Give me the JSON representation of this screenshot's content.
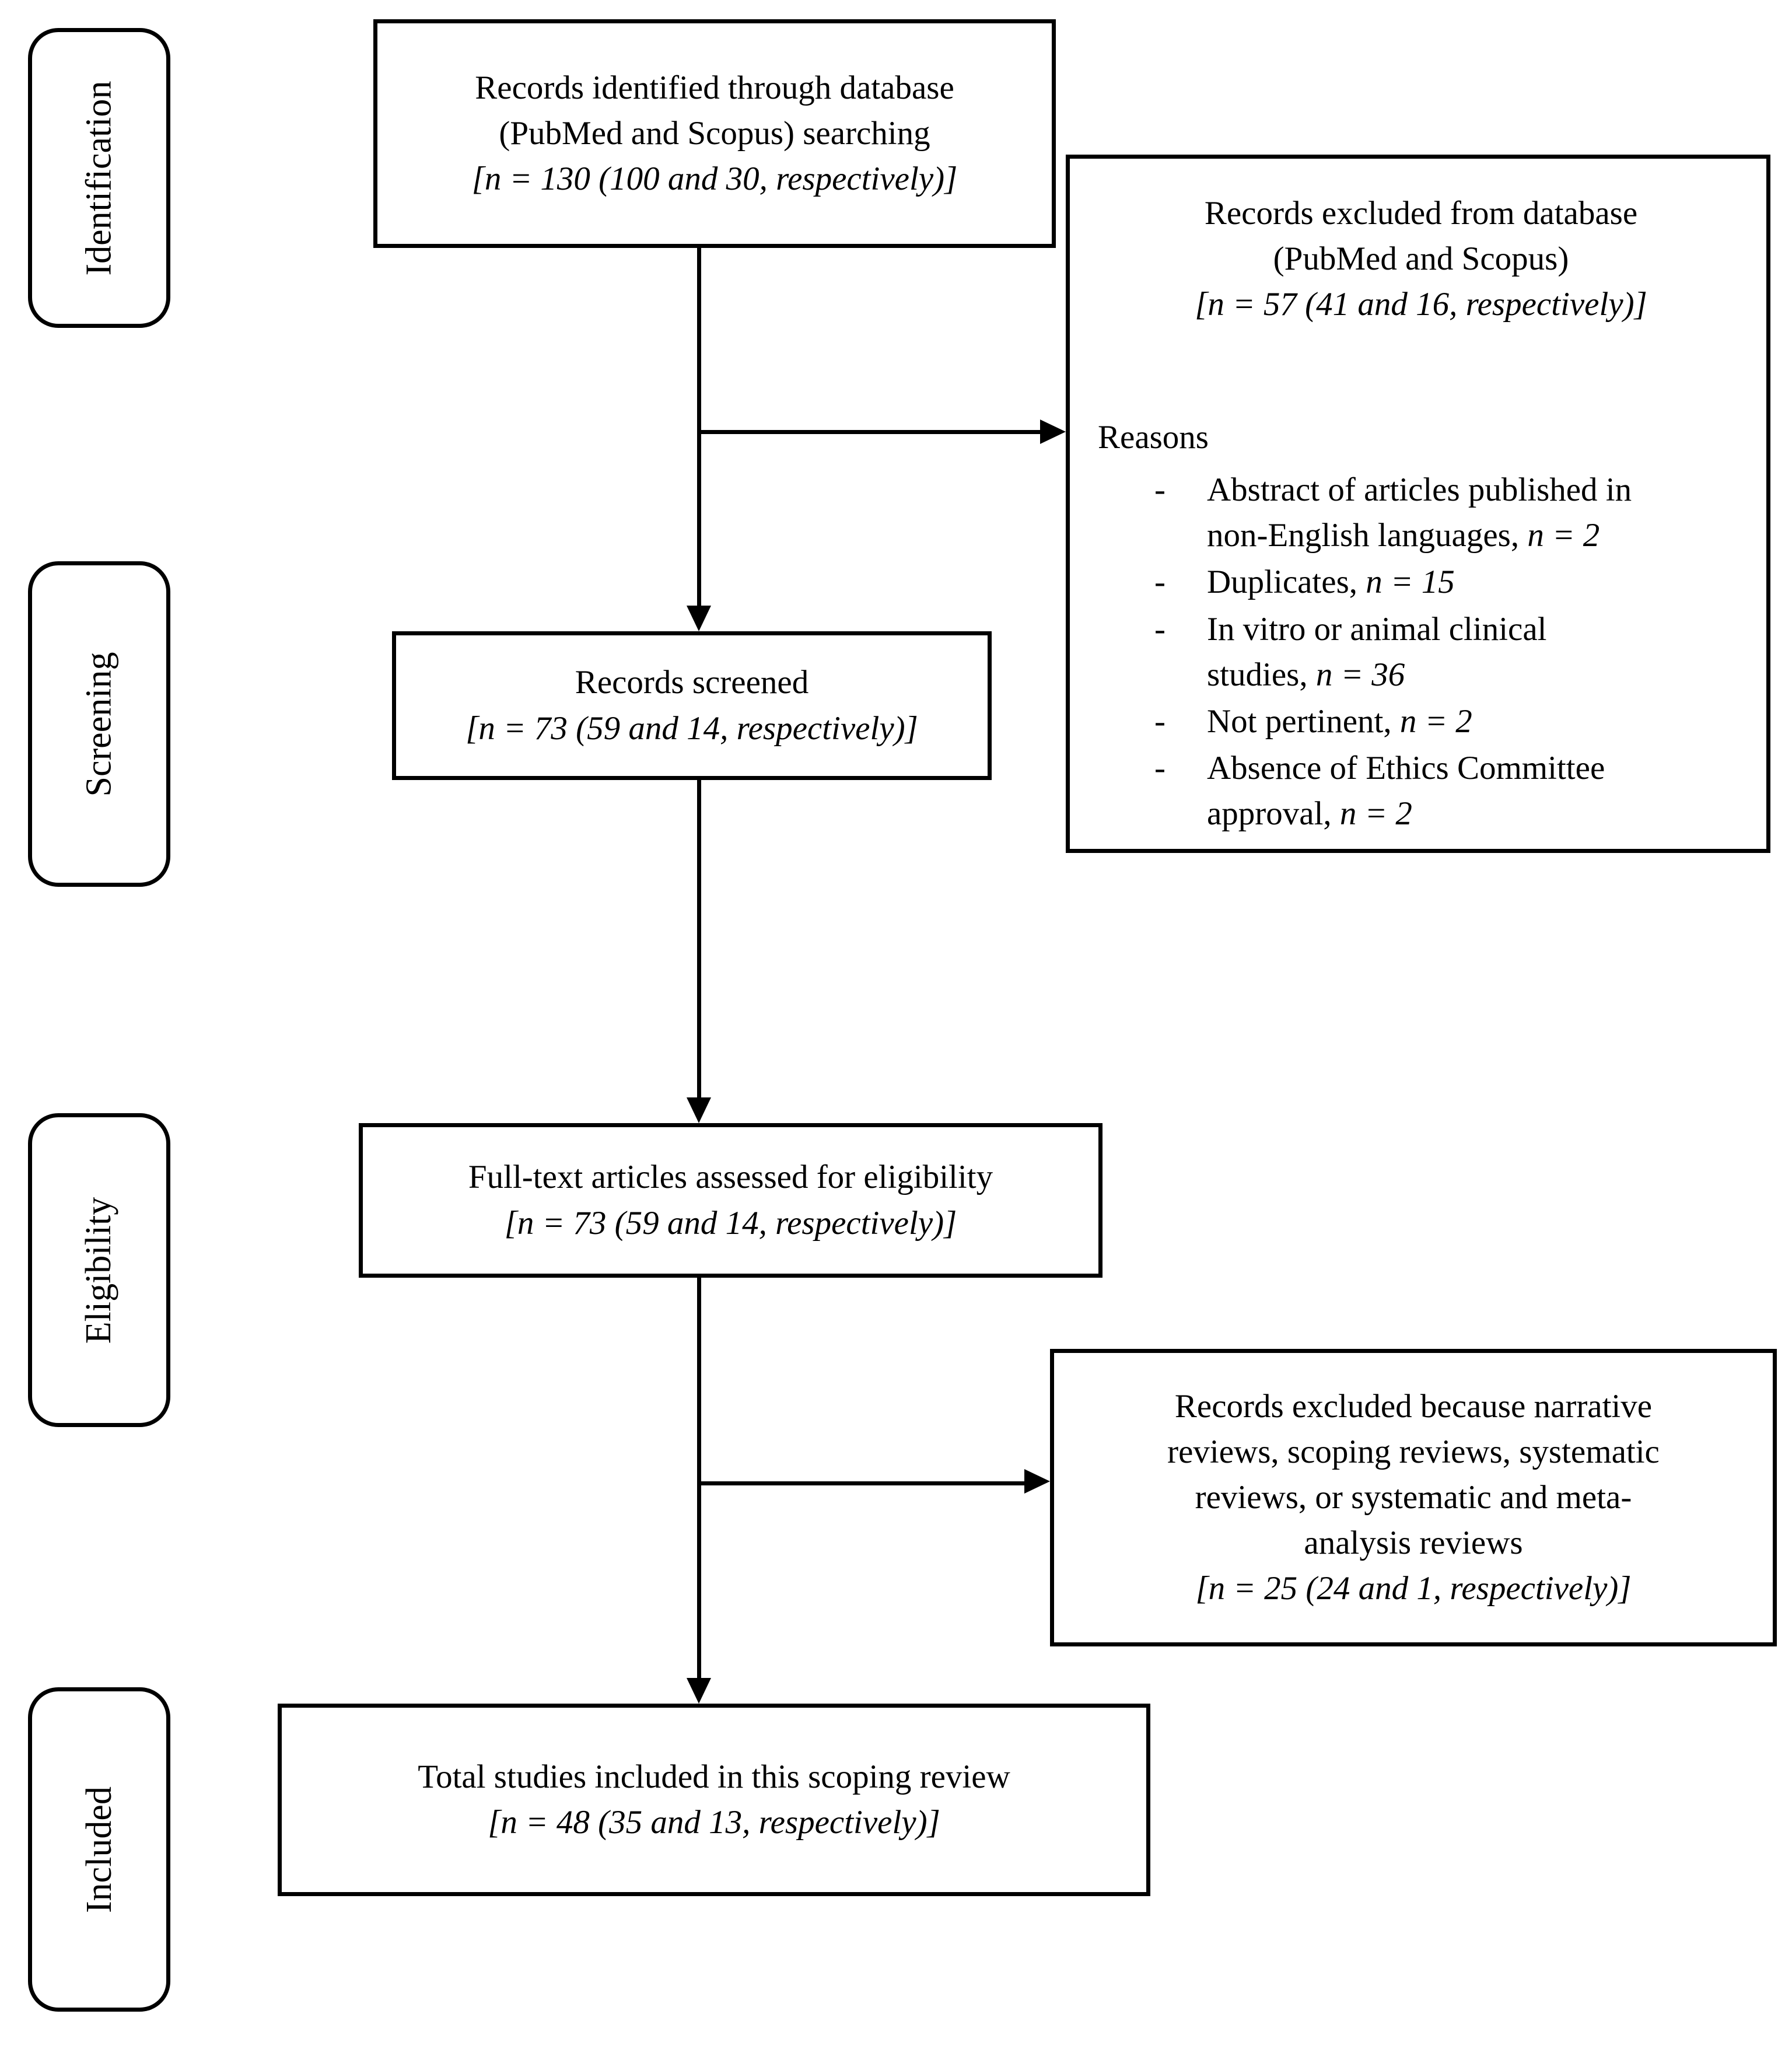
{
  "stages": {
    "identification": "Identification",
    "screening": "Screening",
    "eligibility": "Eligibility",
    "included": "Included"
  },
  "boxes": {
    "identified": {
      "text": "Records identified through database\n(PubMed and Scopus) searching",
      "n": "[n = 130 (100 and 30, respectively)]"
    },
    "excluded_db": {
      "text": "Records excluded from database\n(PubMed and Scopus)",
      "n": "[n = 57 (41 and 16, respectively)]",
      "reasons_label": "Reasons",
      "reasons": [
        {
          "bullet": "-",
          "text": "Abstract of articles published in\nnon-English languages, ",
          "n": "n = 2"
        },
        {
          "bullet": "-",
          "text": "Duplicates, ",
          "n": "n = 15"
        },
        {
          "bullet": "-",
          "text": "In vitro or animal clinical\nstudies, ",
          "n": "n = 36"
        },
        {
          "bullet": "-",
          "text": "Not pertinent, ",
          "n": "n = 2"
        },
        {
          "bullet": "-",
          "text": "Absence of Ethics Committee\napproval, ",
          "n": "n = 2"
        }
      ]
    },
    "screened": {
      "text": "Records screened",
      "n": "[n = 73 (59 and 14, respectively)]"
    },
    "fulltext": {
      "text": "Full-text articles assessed for eligibility",
      "n": "[n = 73 (59 and 14, respectively)]"
    },
    "excluded_reviews": {
      "text": "Records excluded because narrative\nreviews, scoping reviews, systematic\nreviews, or systematic and meta-\nanalysis reviews",
      "n": "[n = 25 (24 and 1, respectively)]"
    },
    "included_total": {
      "text": "Total studies included in this scoping review",
      "n": "[n = 48 (35 and 13, respectively)]"
    }
  },
  "colors": {
    "ink": "#000000",
    "paper": "#ffffff"
  }
}
